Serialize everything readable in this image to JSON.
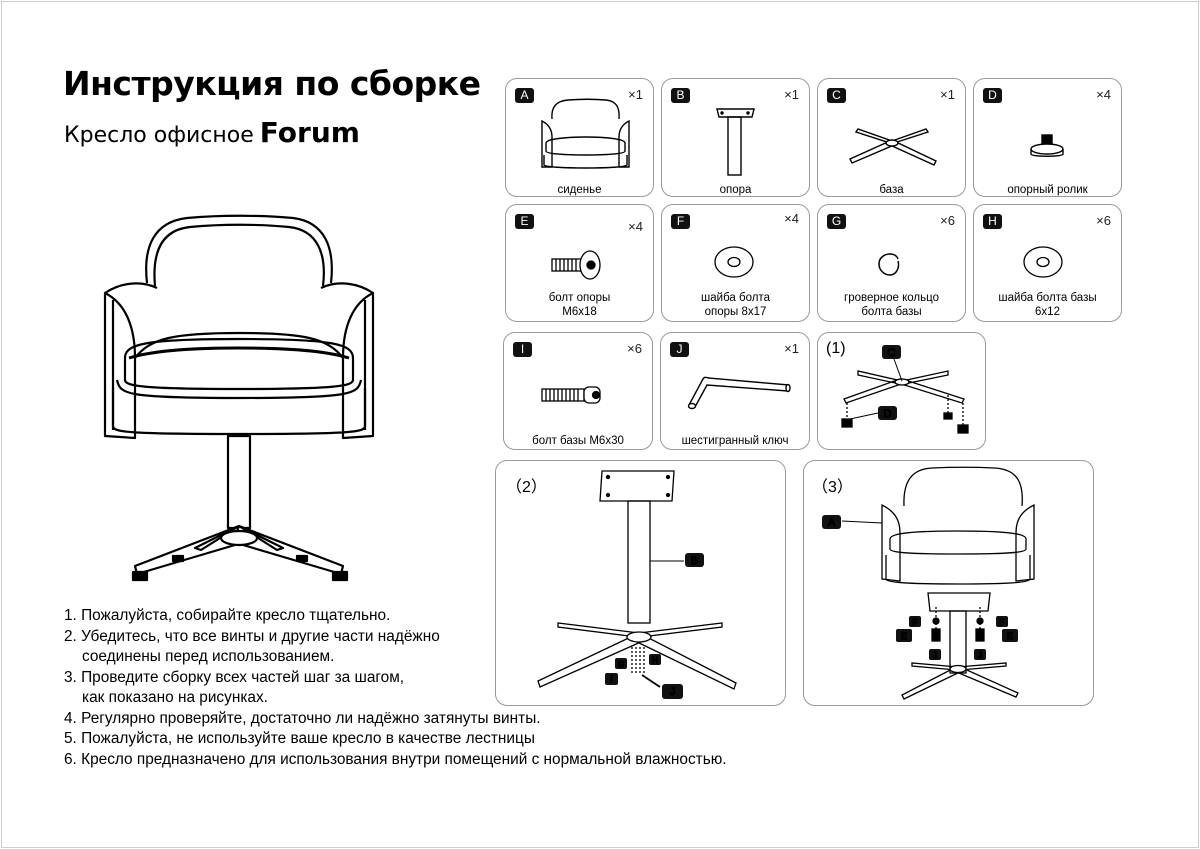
{
  "header": {
    "title": "Инструкция по сборке",
    "subtitle": "Кресло офисное",
    "model": "Forum"
  },
  "instructions": [
    "1. Пожалуйста, собирайте кресло тщательно.",
    "2. Убедитесь, что все винты и другие части надёжно",
    "соединены  перед использованием.",
    "3. Проведите сборку всех частей шаг за шагом,",
    "как показано на рисунках.",
    "4. Регулярно проверяйте, достаточно ли надёжно затянуты винты.",
    "5. Пожалуйста, не используйте ваше кресло в качестве лестницы",
    "6.  Кресло предназначено для использования внутри помещений с нормальной влажностью."
  ],
  "parts": [
    {
      "id": "A",
      "qty": "×1",
      "label1": "сиденье",
      "label2": "",
      "icon": "chair-seat-icon"
    },
    {
      "id": "B",
      "qty": "×1",
      "label1": "опора",
      "label2": "",
      "icon": "column-icon"
    },
    {
      "id": "C",
      "qty": "×1",
      "label1": "база",
      "label2": "",
      "icon": "base-icon"
    },
    {
      "id": "D",
      "qty": "×4",
      "label1": "опорный ролик",
      "label2": "",
      "icon": "glide-icon"
    },
    {
      "id": "E",
      "qty": "×4",
      "label1": "болт опоры",
      "label2": "M6x18",
      "icon": "bolt-icon"
    },
    {
      "id": "F",
      "qty": "×4",
      "label1": "шайба болта",
      "label2": "опоры 8x17",
      "icon": "washer-icon"
    },
    {
      "id": "G",
      "qty": "×6",
      "label1": "гроверное кольцо",
      "label2": "болта базы",
      "icon": "spring-ring-icon"
    },
    {
      "id": "H",
      "qty": "×6",
      "label1": "шайба болта базы",
      "label2": "6x12",
      "icon": "washer-icon"
    },
    {
      "id": "I",
      "qty": "×6",
      "label1": "болт базы M6x30",
      "label2": "",
      "icon": "long-bolt-icon"
    },
    {
      "id": "J",
      "qty": "×1",
      "label1": "шестигранный ключ",
      "label2": "",
      "icon": "hex-key-icon"
    }
  ],
  "steps": [
    {
      "caption": "(1)",
      "tags": [
        "C",
        "D"
      ]
    },
    {
      "caption": "（2）",
      "tags": [
        "B",
        "G",
        "H",
        "I",
        "J"
      ]
    },
    {
      "caption": "（3）",
      "tags": [
        "A",
        "F",
        "F",
        "E",
        "E",
        "J",
        "J"
      ]
    }
  ]
}
